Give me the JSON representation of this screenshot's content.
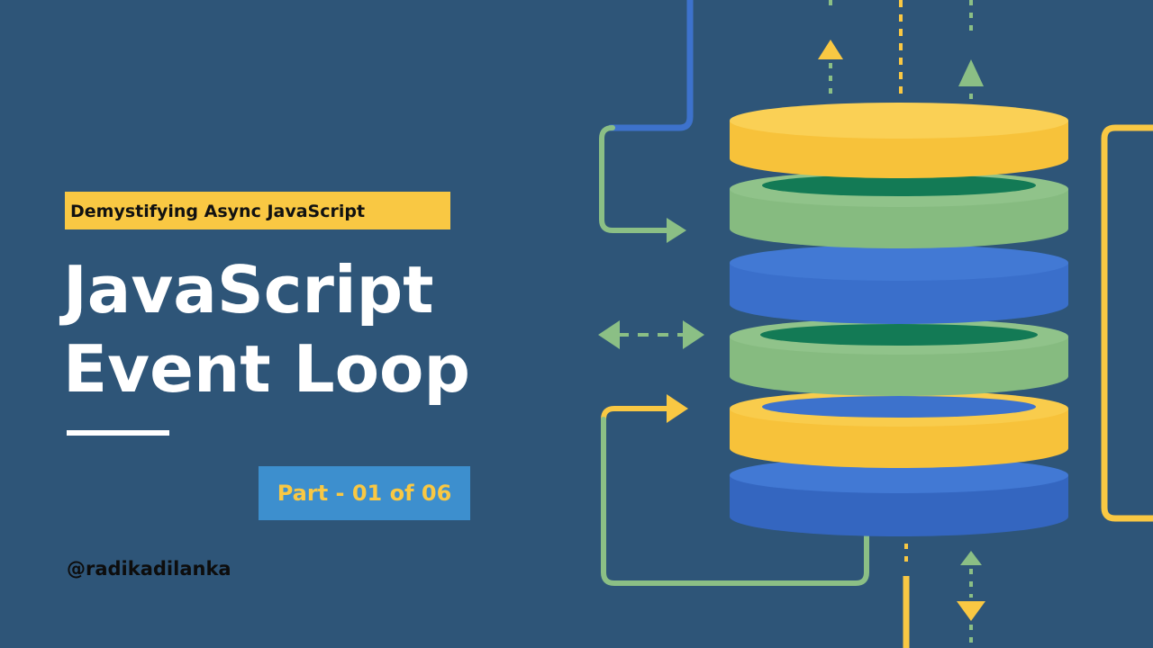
{
  "slide": {
    "subtitle": "Demystifying Async JavaScript",
    "title_line1": "JavaScript",
    "title_line2": "Event Loop",
    "part_label": "Part - 01 of 06",
    "author_handle": "@radikadilanka"
  },
  "colors": {
    "background": "#2e5578",
    "yellow": "#f9c843",
    "green": "#8bbf85",
    "dark_green": "#137a55",
    "blue": "#3d72cc",
    "part_badge": "#3d8fce",
    "white": "#ffffff"
  },
  "illustration": {
    "description_icon": "stacked-disk-queue-icon",
    "layers": [
      "yellow",
      "green",
      "blue",
      "green",
      "yellow",
      "blue"
    ]
  }
}
